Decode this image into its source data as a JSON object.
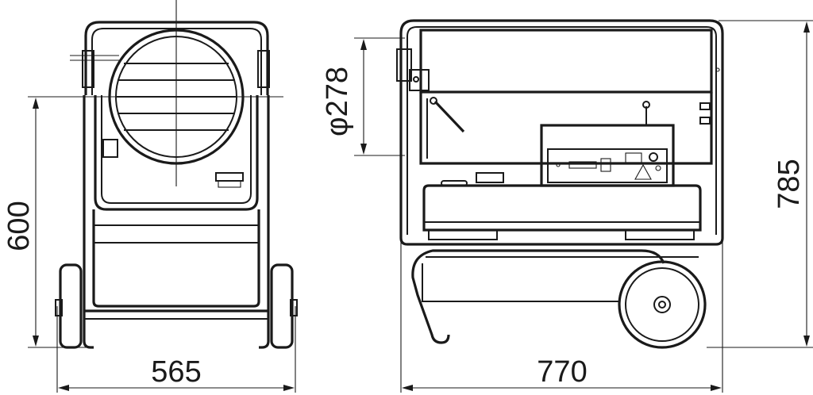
{
  "dimensions": {
    "front_width": "565",
    "front_height": "600",
    "side_length": "770",
    "side_height": "785",
    "burner_diameter": "φ278"
  }
}
